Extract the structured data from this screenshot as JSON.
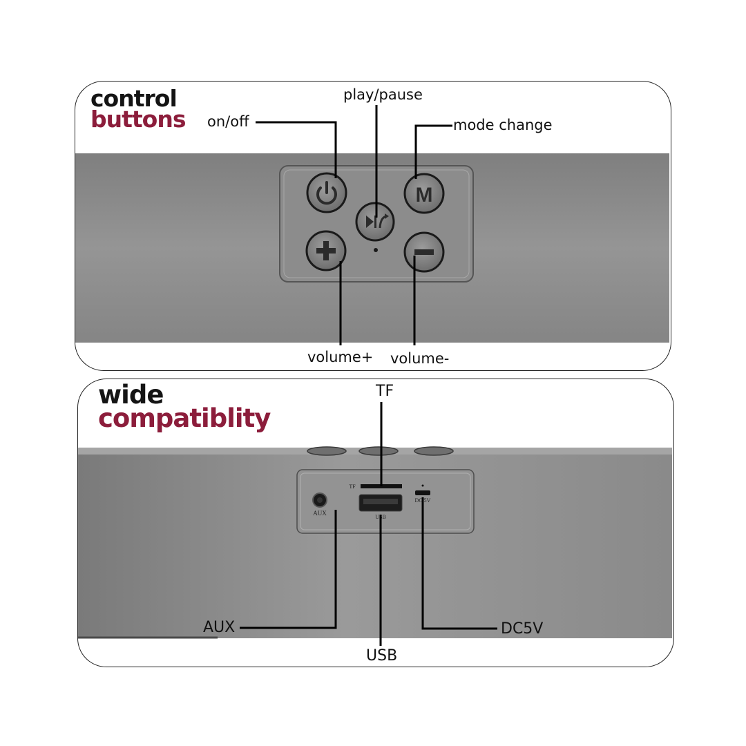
{
  "controls_panel": {
    "title_line1": "control",
    "title_line2": "buttons",
    "callouts": {
      "on_off": "on/off",
      "play_pause": "play/pause",
      "mode_change": "mode change",
      "volume_up": "volume+",
      "volume_down": "volume-"
    },
    "button_glyphs": {
      "mode": "M"
    }
  },
  "ports_panel": {
    "title_line1": "wide",
    "title_line2": "compatiblity",
    "callouts": {
      "tf": "TF",
      "aux": "AUX",
      "usb": "USB",
      "dc5v": "DC5V"
    },
    "port_labels": {
      "tf": "TF",
      "aux": "AUX",
      "usb": "USB",
      "dc5v": "DC 5V"
    }
  },
  "colors": {
    "title_dark": "#141414",
    "title_accent": "#8c1d3b",
    "device_gray": "#8f8f8f"
  }
}
